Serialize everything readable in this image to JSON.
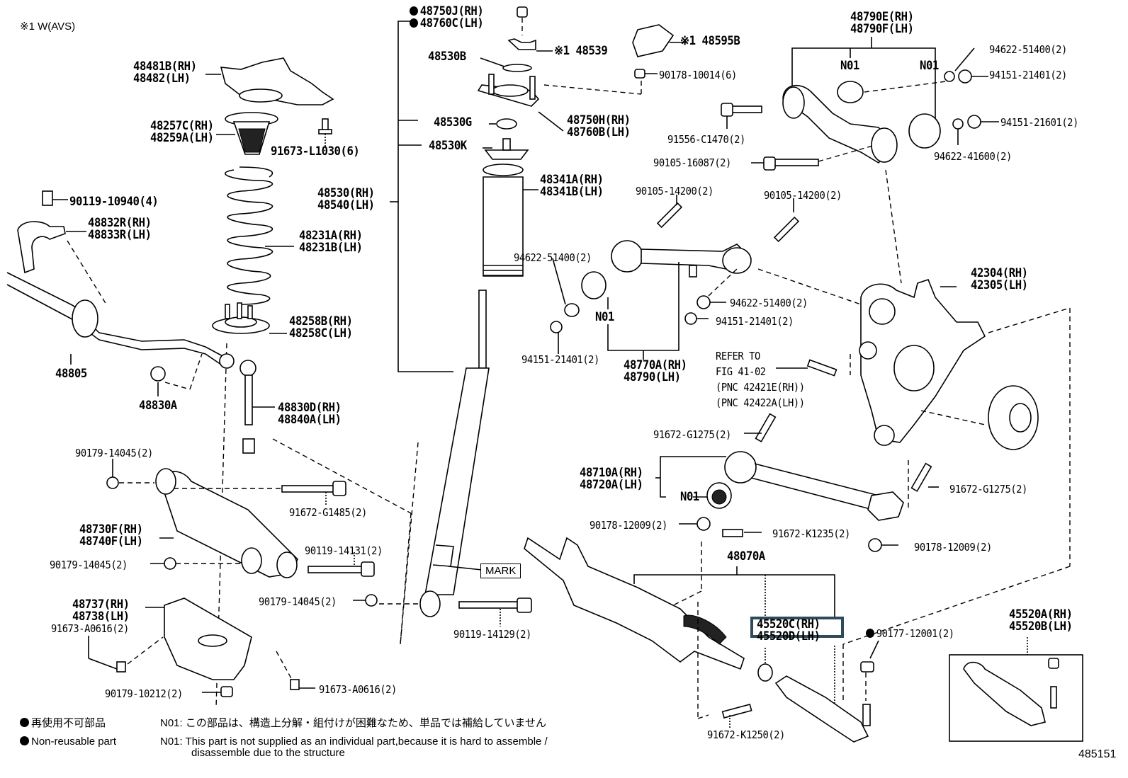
{
  "diagram": {
    "title": "Rear Suspension Exploded Parts Diagram",
    "variant_note": "※1 W(AVS)",
    "figure_number": "485151",
    "highlighted_part": "45520C(RH)",
    "mark_label": "MARK",
    "refer_note": [
      "REFER TO",
      "FIG 41-02",
      "(PNC 42421E(RH))",
      "(PNC 42422A(LH))"
    ]
  },
  "callouts": {
    "c48481": [
      "48481B(RH)",
      "48482(LH)"
    ],
    "c48257": [
      "48257C(RH)",
      "48259A(LH)"
    ],
    "c91673L": "91673-L1030(6)",
    "c90119_10940": "90119-10940(4)",
    "c48832": [
      "48832R(RH)",
      "48833R(LH)"
    ],
    "c48231": [
      "48231A(RH)",
      "48231B(LH)"
    ],
    "c48530": [
      "48530(RH)",
      "48540(LH)"
    ],
    "c48805": "48805",
    "c48830A": "48830A",
    "c48258": [
      "48258B(RH)",
      "48258C(LH)"
    ],
    "c48830D": [
      "48830D(RH)",
      "48840A(LH)"
    ],
    "c48750J": [
      "48750J(RH)",
      "48760C(LH)"
    ],
    "c48539": "※1 48539",
    "c48530B": "48530B",
    "c48595B": "※1 48595B",
    "c90178_10014": "90178-10014(6)",
    "c48530G": "48530G",
    "c48750H": [
      "48750H(RH)",
      "48760B(LH)"
    ],
    "c48530K": "48530K",
    "c48341": [
      "48341A(RH)",
      "48341B(LH)"
    ],
    "c48790E": [
      "48790E(RH)",
      "48790F(LH)"
    ],
    "n01_a": "N01",
    "n01_b": "N01",
    "n01_c": "N01",
    "n01_d": "N01",
    "c94622_51400_a": "94622-51400(2)",
    "c94151_21401_a": "94151-21401(2)",
    "c94151_21601": "94151-21601(2)",
    "c94622_41600": "94622-41600(2)",
    "c91556": "91556-C1470(2)",
    "c90105_16087": "90105-16087(2)",
    "c90105_14200_a": "90105-14200(2)",
    "c90105_14200_b": "90105-14200(2)",
    "c94622_51400_b": "94622-51400(2)",
    "c94622_51400_c": "94622-51400(2)",
    "c94151_21401_b": "94151-21401(2)",
    "c94151_21401_c": "94151-21401(2)",
    "c48770A": [
      "48770A(RH)",
      "48790(LH)"
    ],
    "c42304": [
      "42304(RH)",
      "42305(LH)"
    ],
    "c91672_G1275_a": "91672-G1275(2)",
    "c91672_G1275_b": "91672-G1275(2)",
    "c48710A": [
      "48710A(RH)",
      "48720A(LH)"
    ],
    "c90178_12009_a": "90178-12009(2)",
    "c90178_12009_b": "90178-12009(2)",
    "c91672_K1235": "91672-K1235(2)",
    "c48070A": "48070A",
    "c45520C": [
      "45520C(RH)",
      "45520D(LH)"
    ],
    "c90177": "90177-12001(2)",
    "c45520A": [
      "45520A(RH)",
      "45520B(LH)"
    ],
    "c91672_K1250": "91672-K1250(2)",
    "c90179_14045_a": "90179-14045(2)",
    "c90179_14045_b": "90179-14045(2)",
    "c90179_14045_c": "90179-14045(2)",
    "c91672_G1485": "91672-G1485(2)",
    "c48730F": [
      "48730F(RH)",
      "48740F(LH)"
    ],
    "c90119_14131": "90119-14131(2)",
    "c48737": [
      "48737(RH)",
      "48738(LH)"
    ],
    "c91673_A0616_a": "91673-A0616(2)",
    "c91673_A0616_b": "91673-A0616(2)",
    "c90179_10212": "90179-10212(2)",
    "c90119_14129": "90119-14129(2)"
  },
  "legend": {
    "nonreusable_jp": "再使用不可部品",
    "nonreusable_en": "Non-reusable part",
    "n01_jp_key": "N01:",
    "n01_jp": "この部品は、構造上分解・組付けが困難なため、単品では補給していません",
    "n01_en_key": "N01:",
    "n01_en_line1": "This part is not supplied as an individual part,because it is hard to assemble /",
    "n01_en_line2": "disassemble due to the structure"
  }
}
